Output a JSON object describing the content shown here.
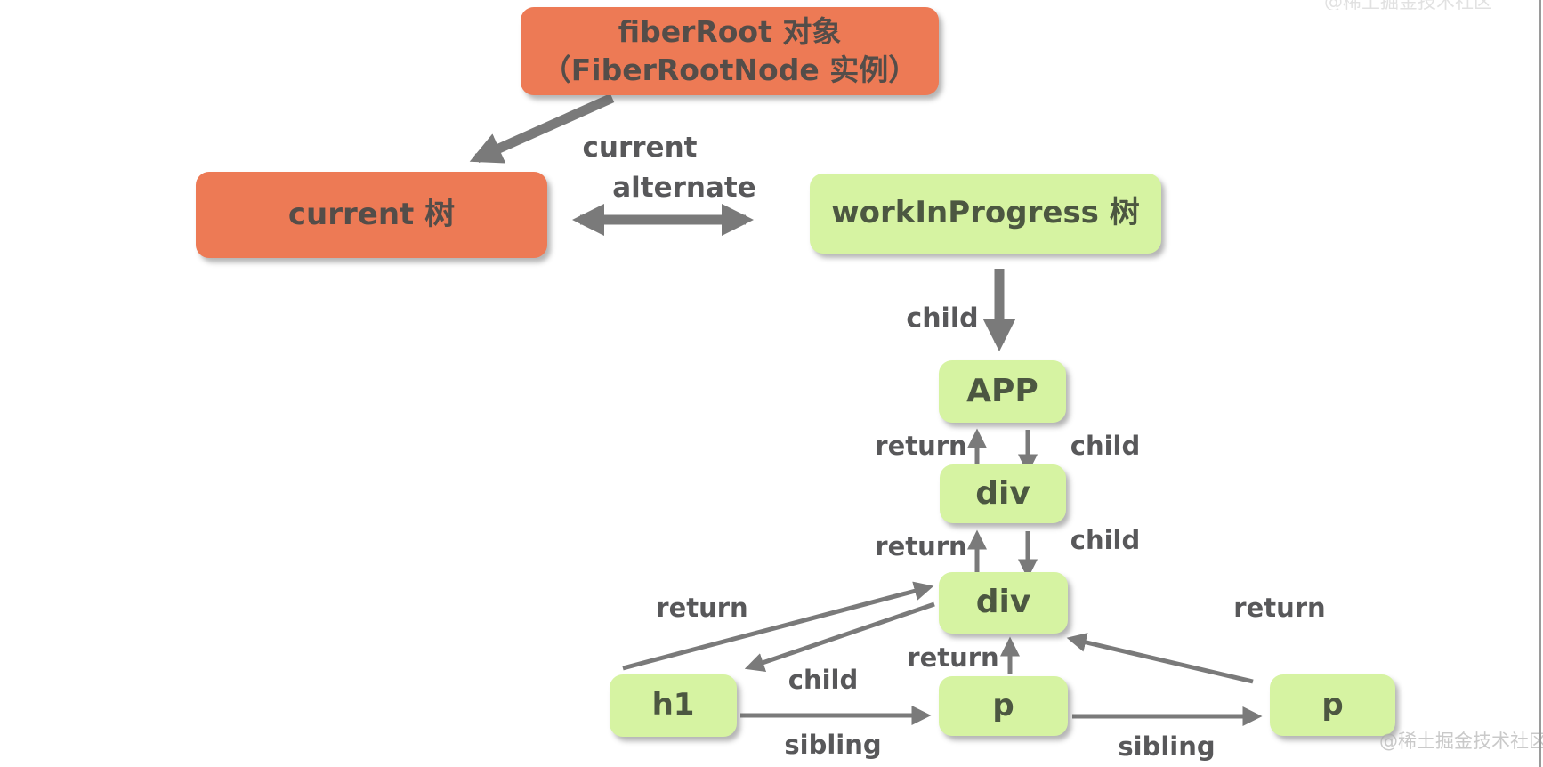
{
  "diagram_title": "React Fiber double-buffer tree diagram",
  "colors": {
    "orange_node_bg": "#ed7a55",
    "orange_node_text": "#544d49",
    "green_node_bg": "#d6f3a2",
    "green_node_text": "#4c5741",
    "arrow": "#7a7a7a",
    "edge_label_text": "#58585a",
    "watermark": "#a8a8a8"
  },
  "nodes": [
    {
      "id": "fiber-root",
      "type": "orange",
      "lines": [
        "fiberRoot 对象",
        "（FiberRootNode 实例）"
      ]
    },
    {
      "id": "current-tree",
      "type": "orange",
      "label": "current 树"
    },
    {
      "id": "work-in-progress-tree",
      "type": "green",
      "label": "workInProgress 树"
    },
    {
      "id": "app",
      "type": "green",
      "label": "APP"
    },
    {
      "id": "div-1",
      "type": "green",
      "label": "div"
    },
    {
      "id": "div-2",
      "type": "green",
      "label": "div"
    },
    {
      "id": "h1",
      "type": "green",
      "label": "h1"
    },
    {
      "id": "p-1",
      "type": "green",
      "label": "p"
    },
    {
      "id": "p-2",
      "type": "green",
      "label": "p"
    }
  ],
  "edge_labels": [
    {
      "id": "current",
      "text": "current"
    },
    {
      "id": "alternate",
      "text": "alternate"
    },
    {
      "id": "child-top",
      "text": "child"
    },
    {
      "id": "return-app",
      "text": "return"
    },
    {
      "id": "child-app",
      "text": "child"
    },
    {
      "id": "return-div1",
      "text": "return"
    },
    {
      "id": "child-div1",
      "text": "child"
    },
    {
      "id": "return-h1-diag",
      "text": "return"
    },
    {
      "id": "child-h1-diag",
      "text": "child"
    },
    {
      "id": "return-p1",
      "text": "return"
    },
    {
      "id": "return-p2",
      "text": "return"
    },
    {
      "id": "sibling-1",
      "text": "sibling"
    },
    {
      "id": "sibling-2",
      "text": "sibling"
    }
  ],
  "watermark": {
    "text": "@稀土掘金技术社区"
  }
}
